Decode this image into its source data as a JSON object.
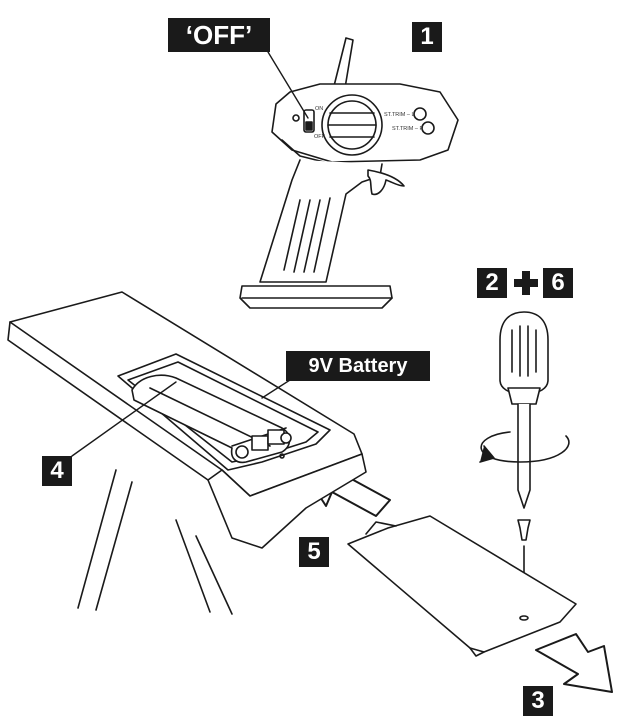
{
  "labels": {
    "off": "‘OFF’",
    "step1": "1",
    "step2": "2",
    "step6": "6",
    "step4": "4",
    "step5": "5",
    "step3": "3",
    "battery": "9V Battery"
  },
  "controller": {
    "switch_on": "ON",
    "switch_off": "OFF",
    "trim_l": "ST.TRIM – L",
    "trim_r": "ST.TRIM – R"
  },
  "colors": {
    "label_bg": "#1a1a1a",
    "label_text": "#ffffff",
    "line": "#1a1a1a"
  }
}
